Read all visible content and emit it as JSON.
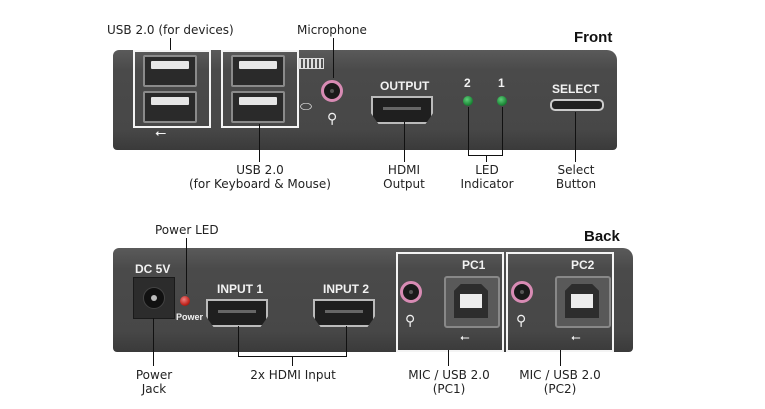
{
  "diagram": {
    "front": {
      "title": "Front",
      "panel_markings": {
        "output": "OUTPUT",
        "led_2": "2",
        "led_1": "1",
        "select": "SELECT"
      },
      "callouts": {
        "usb_devices": "USB 2.0 (for devices)",
        "microphone": "Microphone",
        "usb_keyboard_mouse": [
          "USB 2.0",
          "(for Keyboard & Mouse)"
        ],
        "hdmi_output": [
          "HDMI",
          "Output"
        ],
        "led_indicator": [
          "LED",
          "Indicator"
        ],
        "select_button": [
          "Select",
          "Button"
        ]
      },
      "colors": {
        "led": "#1f8a3a",
        "mic_ring": "#d88bb4"
      }
    },
    "back": {
      "title": "Back",
      "panel_markings": {
        "dc": "DC 5V",
        "power": "Power",
        "input_1": "INPUT 1",
        "input_2": "INPUT 2",
        "pc1": "PC1",
        "pc2": "PC2"
      },
      "callouts": {
        "power_led": "Power LED",
        "power_jack": [
          "Power",
          "Jack"
        ],
        "hdmi_input": "2x HDMI Input",
        "mic_usb_pc1": [
          "MIC / USB 2.0",
          "(PC1)"
        ],
        "mic_usb_pc2": [
          "MIC / USB 2.0",
          "(PC2)"
        ]
      },
      "colors": {
        "power_led": "#c0241c"
      }
    }
  }
}
